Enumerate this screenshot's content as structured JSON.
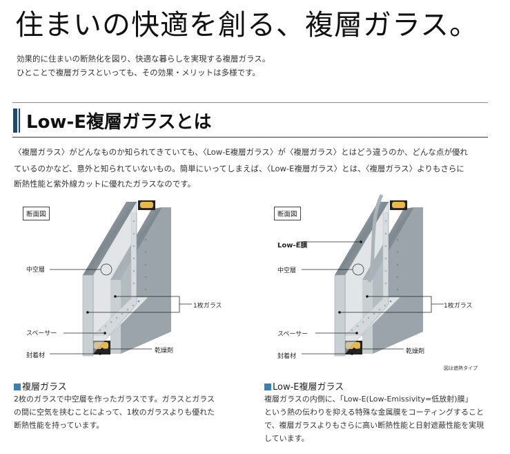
{
  "header": {
    "title": "住まいの快適を創る、複層ガラス。",
    "intro": [
      "効果的に住まいの断熱化を図り、快適な暮らしを実現する複層ガラス。",
      "ひとことで複層ガラスといっても、その効果・メリットは多様です。"
    ]
  },
  "section": {
    "title": "Low-E複層ガラスとは",
    "body": [
      "〈複層ガラス〉がどんなものか知られてきていても、〈Low-E複層ガラス〉が〈複層ガラス〉とはどう違うのか、どんな点が優れ",
      "ているのかなど、意外と知られていないもの。簡単にいってしまえば、〈Low-E複層ガラス〉とは、〈複層ガラス〉よりもさらに",
      "断熱性能と紫外線カットに優れたガラスなのです。"
    ]
  },
  "diagrams": {
    "left": {
      "box_label": "断面図",
      "labels": {
        "hollow": "中空層",
        "glass": "1枚ガラス",
        "spacer": "スペーサー",
        "desiccant": "乾燥剤",
        "sealant": "封着材"
      },
      "caption": "複層ガラス",
      "description": [
        "2枚のガラスで中空層を作ったガラスです。ガラスとガラス",
        "の間に空気を挟むことによって、1枚のガラスよりも優れた",
        "断熱性能を持っています。"
      ]
    },
    "right": {
      "box_label": "断面図",
      "labels": {
        "film": "Low-E膜",
        "hollow": "中空層",
        "glass": "1枚ガラス",
        "spacer": "スペーサー",
        "desiccant": "乾燥剤",
        "sealant": "封着材"
      },
      "note": "図は遮熱タイプ",
      "caption": "Low-E複層ガラス",
      "description": [
        "複層ガラスの内側に、「Low-E(Low-Emissivity=低放射)膜」",
        "という熱の伝わりを抑える特殊な金属膜をコーティングすること",
        "で、複層ガラスよりもさらに高い断熱性能と日射遮蔽性能を実現",
        "しています。"
      ]
    }
  },
  "colors": {
    "accent": "#1c4a70",
    "caption_square": "#3d7fb5",
    "desiccant": "#e8b84a"
  }
}
